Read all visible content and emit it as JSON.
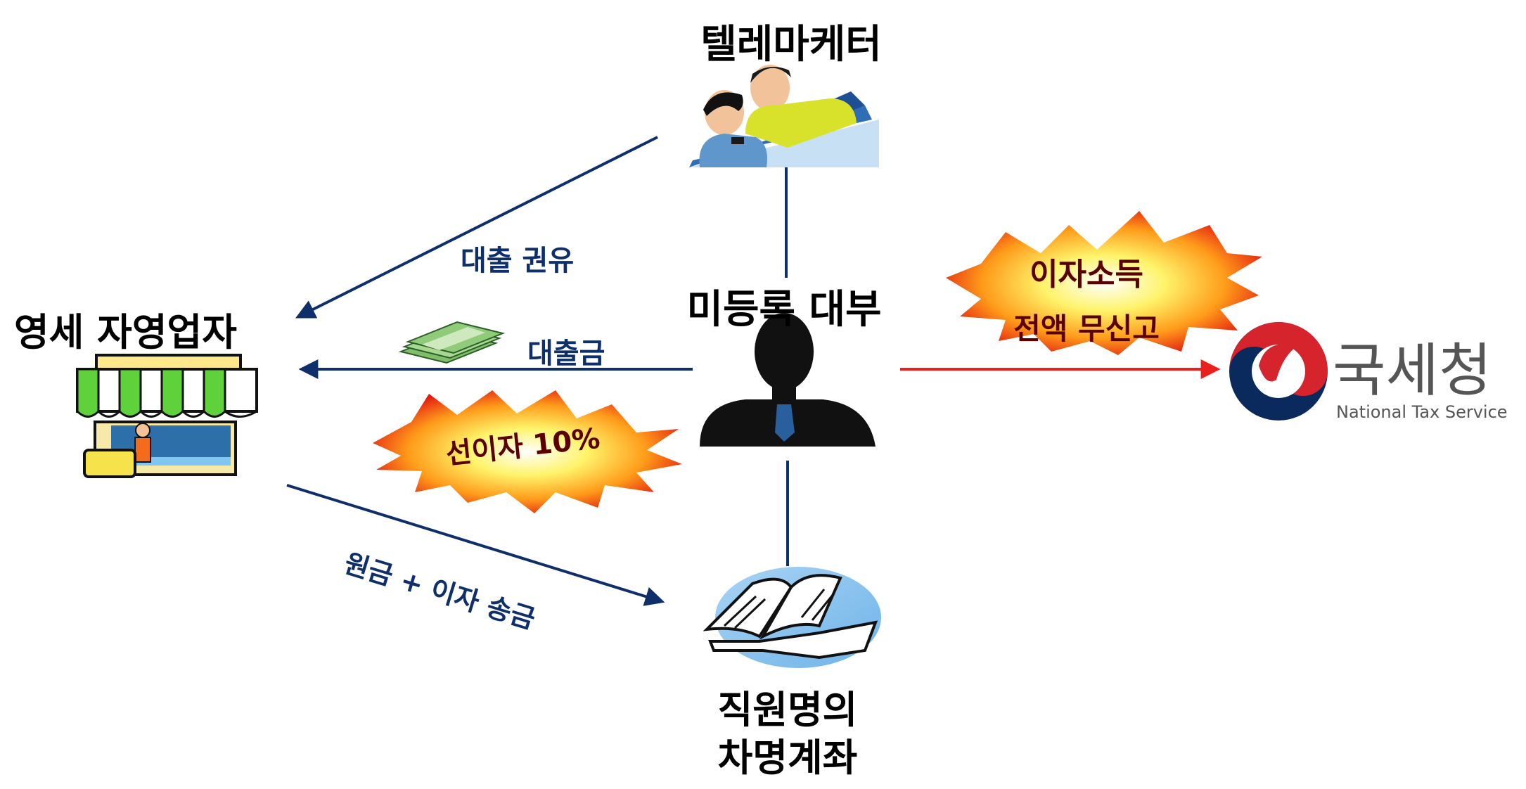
{
  "nodes": {
    "telemarketer": {
      "label": "텔레마케터"
    },
    "unregistered_lender": {
      "label": "미등록 대부"
    },
    "small_business": {
      "label": "영세 자영업자"
    },
    "borrowed_account": {
      "line1": "직원명의",
      "line2": "차명계좌"
    },
    "nts": {
      "name_ko": "국세청",
      "name_en": "National Tax Service"
    }
  },
  "edges": {
    "loan_solicitation": {
      "label": "대출 권유"
    },
    "loan_money": {
      "label": "대출금"
    },
    "repayment": {
      "label": "원금 + 이자 송금"
    }
  },
  "bursts": {
    "prepaid_interest": {
      "text": "선이자 10%"
    },
    "unreported_income": {
      "line1": "이자소득",
      "line2": "전액  무신고"
    }
  },
  "colors": {
    "arrow_navy": "#0f2f6b",
    "arrow_red": "#e8201e",
    "nts_navy": "#0a2a5e",
    "nts_red": "#d6242d",
    "nts_gray": "#555555"
  },
  "icons": [
    "telemarketer-icon",
    "silhouette-person-icon",
    "shop-awning-icon",
    "open-book-icon",
    "cash-bundle-icon",
    "nts-taegeuk-logo"
  ]
}
